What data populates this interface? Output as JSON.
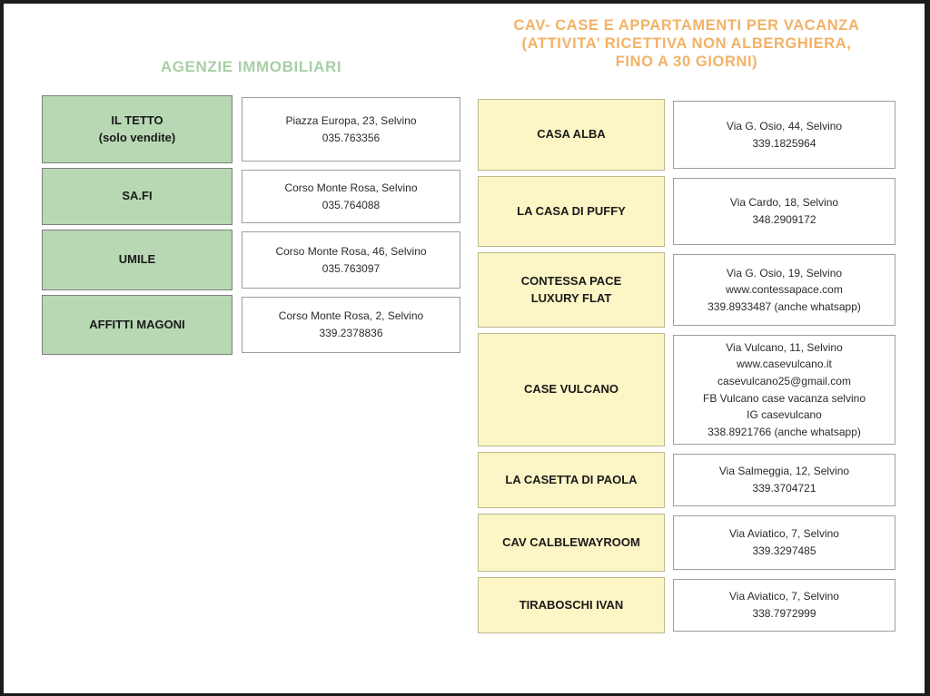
{
  "left_section": {
    "title": "AGENZIE IMMOBILIARI",
    "title_color": "#a8cfa6",
    "box_color": "#b7d8b3",
    "items": [
      {
        "name": "IL TETTO\n(solo vendite)",
        "details": "Piazza Europa, 23, Selvino\n035.763356"
      },
      {
        "name": "SA.FI",
        "details": "Corso Monte Rosa, Selvino\n035.764088"
      },
      {
        "name": "UMILE",
        "details": "Corso Monte Rosa, 46, Selvino\n035.763097"
      },
      {
        "name": "AFFITTI MAGONI",
        "details": "Corso Monte Rosa, 2, Selvino\n339.2378836"
      }
    ]
  },
  "right_section": {
    "title": "CAV- CASE E APPARTAMENTI PER VACANZA\n(ATTIVITA’ RICETTIVA NON ALBERGHIERA,\nFINO A 30 GIORNI)",
    "title_color": "#f2b266",
    "box_color": "#fcf5c5",
    "items": [
      {
        "name": "CASA ALBA",
        "details": "Via G. Osio, 44, Selvino\n339.1825964"
      },
      {
        "name": "LA CASA DI PUFFY",
        "details": "Via Cardo, 18, Selvino\n348.2909172"
      },
      {
        "name": "CONTESSA PACE\nLUXURY FLAT",
        "details": "Via G. Osio, 19, Selvino\nwww.contessapace.com\n339.8933487 (anche whatsapp)"
      },
      {
        "name": "CASE VULCANO",
        "details": "Via Vulcano, 11, Selvino\nwww.casevulcano.it\ncasevulcano25@gmail.com\nFB Vulcano case vacanza selvino\nIG casevulcano\n338.8921766 (anche whatsapp)"
      },
      {
        "name": "LA CASETTA DI PAOLA",
        "details": "Via Salmeggia, 12, Selvino\n339.3704721"
      },
      {
        "name": "CAV CALBLEWAYROOM",
        "details": "Via Aviatico, 7, Selvino\n339.3297485"
      },
      {
        "name": "TIRABOSCHI IVAN",
        "details": "Via Aviatico, 7, Selvino\n338.7972999"
      }
    ]
  }
}
